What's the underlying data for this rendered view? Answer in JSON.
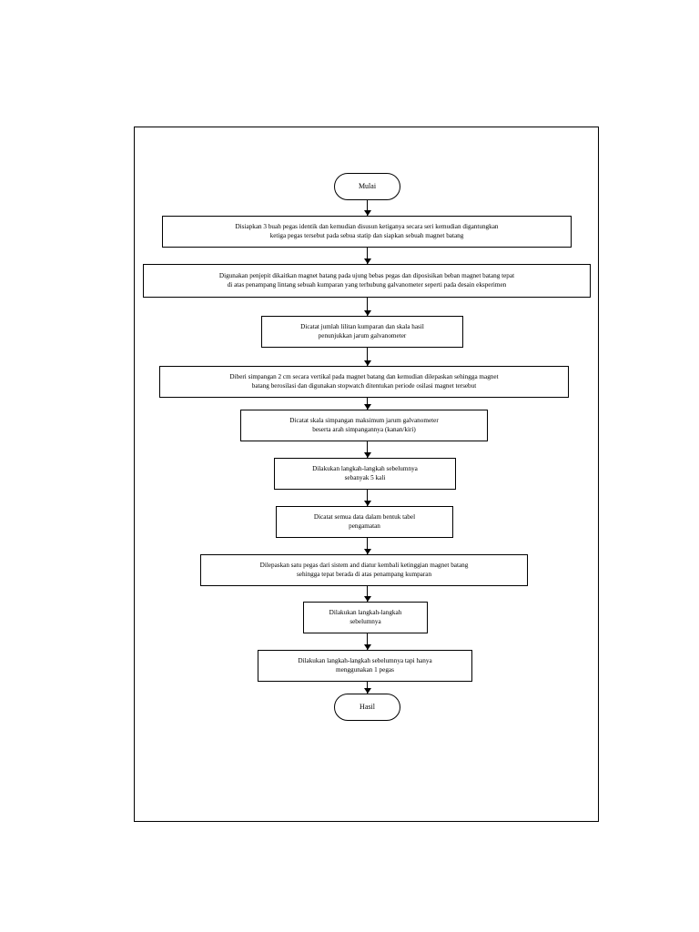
{
  "diagram": {
    "type": "flowchart",
    "title": "",
    "orientation": "top-to-bottom",
    "nodes": [
      {
        "id": "start",
        "shape": "terminator",
        "text": "Mulai"
      },
      {
        "id": "step1",
        "shape": "process",
        "text": "Disiapkan 3 buah pegas identik dan kemudian disusun ketiganya secara seri kemudian digantungkan\nketiga pegas tersebut pada sebua statip dan siapkan sebuah magnet batang"
      },
      {
        "id": "step2",
        "shape": "process",
        "text": "Digunakan penjepit dikaitkan magnet batang pada ujung bebas pegas dan diposisikan beban magnet batang tepat\ndi atas penampang lintang sebuah kumparan yang terhubung galvanometer seperti pada desain eksperimen"
      },
      {
        "id": "step3",
        "shape": "process",
        "text": "Dicatat jumlah lilitan kumparan dan skala hasil\npenunjukkan jarum galvanometer"
      },
      {
        "id": "step4",
        "shape": "process",
        "text": "Diberi simpangan 2 cm secara vertikal pada magnet batang dan kemudian dilepaskan sehingga magnet\nbatang berosilasi dan digunakan stopwatch ditentukan periode osilasi magnet tersebut"
      },
      {
        "id": "step5",
        "shape": "process",
        "text": "Dicatat skala simpangan maksimum jarum galvanometer\nbeserta arah simpangannya (kanan/kiri)"
      },
      {
        "id": "step6",
        "shape": "process",
        "text": "Dilakukan langkah-langkah sebelumnya\nsebanyak 5 kali"
      },
      {
        "id": "step7",
        "shape": "process",
        "text": "Dicatat semua data dalam bentuk tabel\npengamatan"
      },
      {
        "id": "step8",
        "shape": "process",
        "text": "Dilepaskan satu pegas dari sistem and diatur kembali ketinggian magnet batang\nsehingga tepat berada di atas penampang kumparan"
      },
      {
        "id": "step9",
        "shape": "process",
        "text": "Dilakukan langkah-langkah\nsebelumnya"
      },
      {
        "id": "step10",
        "shape": "process",
        "text": "Dilakukan langkah-langkah sebelumnya tapi hanya\nmenggunakan 1 pegas"
      },
      {
        "id": "end",
        "shape": "terminator",
        "text": "Hasil"
      }
    ],
    "colors": {
      "stroke": "#000000",
      "fill": "#ffffff",
      "text": "#000000"
    }
  }
}
